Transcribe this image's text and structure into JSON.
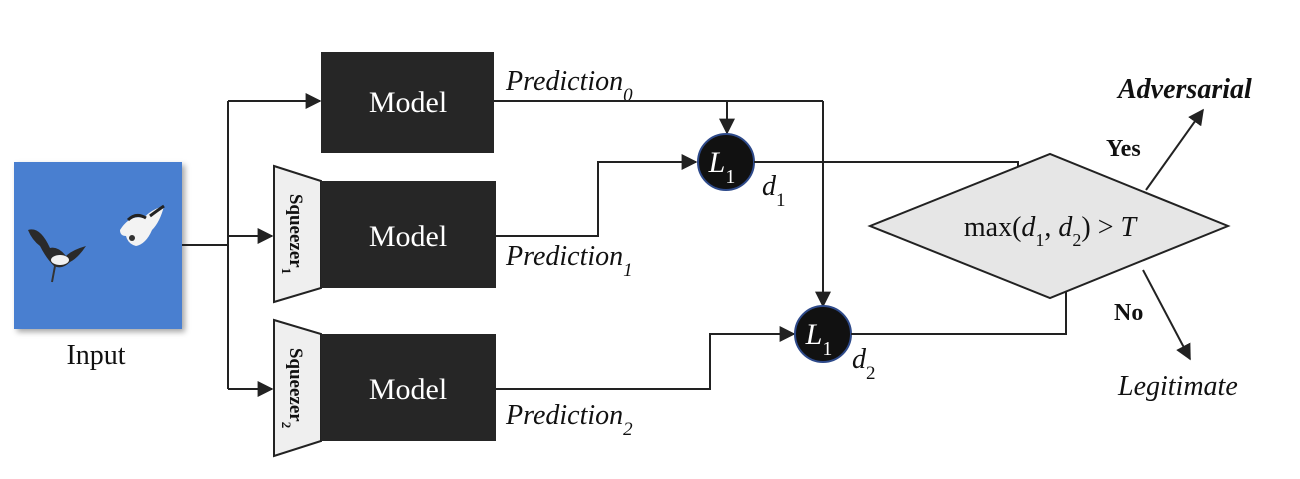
{
  "diagram": {
    "input": {
      "label": "Input",
      "image_desc": "two birds against a blue sky",
      "sky_color": "#4a7fd0"
    },
    "models": [
      {
        "label": "Model",
        "prediction_base": "Prediction",
        "prediction_sub": "0",
        "squeezer": null
      },
      {
        "label": "Model",
        "prediction_base": "Prediction",
        "prediction_sub": "1",
        "squeezer": {
          "base": "Squeezer",
          "sub": "1"
        }
      },
      {
        "label": "Model",
        "prediction_base": "Prediction",
        "prediction_sub": "2",
        "squeezer": {
          "base": "Squeezer",
          "sub": "2"
        }
      }
    ],
    "distances": [
      {
        "node_base": "L",
        "node_sub": "1",
        "out_base": "d",
        "out_sub": "1"
      },
      {
        "node_base": "L",
        "node_sub": "1",
        "out_base": "d",
        "out_sub": "2"
      }
    ],
    "decision": {
      "text_pre": "max(",
      "d1_base": "d",
      "d1_sub": "1",
      "sep": ", ",
      "d2_base": "d",
      "d2_sub": "2",
      "text_post": ") > ",
      "threshold": "T"
    },
    "outcomes": {
      "yes_label": "Yes",
      "yes_result": "Adversarial",
      "no_label": "No",
      "no_result": "Legitimate"
    },
    "colors": {
      "model_fill": "#262626",
      "node_fill": "#111111",
      "node_stroke": "#2e4a8a",
      "diamond_fill": "#e6e6e6",
      "squeezer_fill": "#efefef",
      "line": "#222222"
    }
  }
}
